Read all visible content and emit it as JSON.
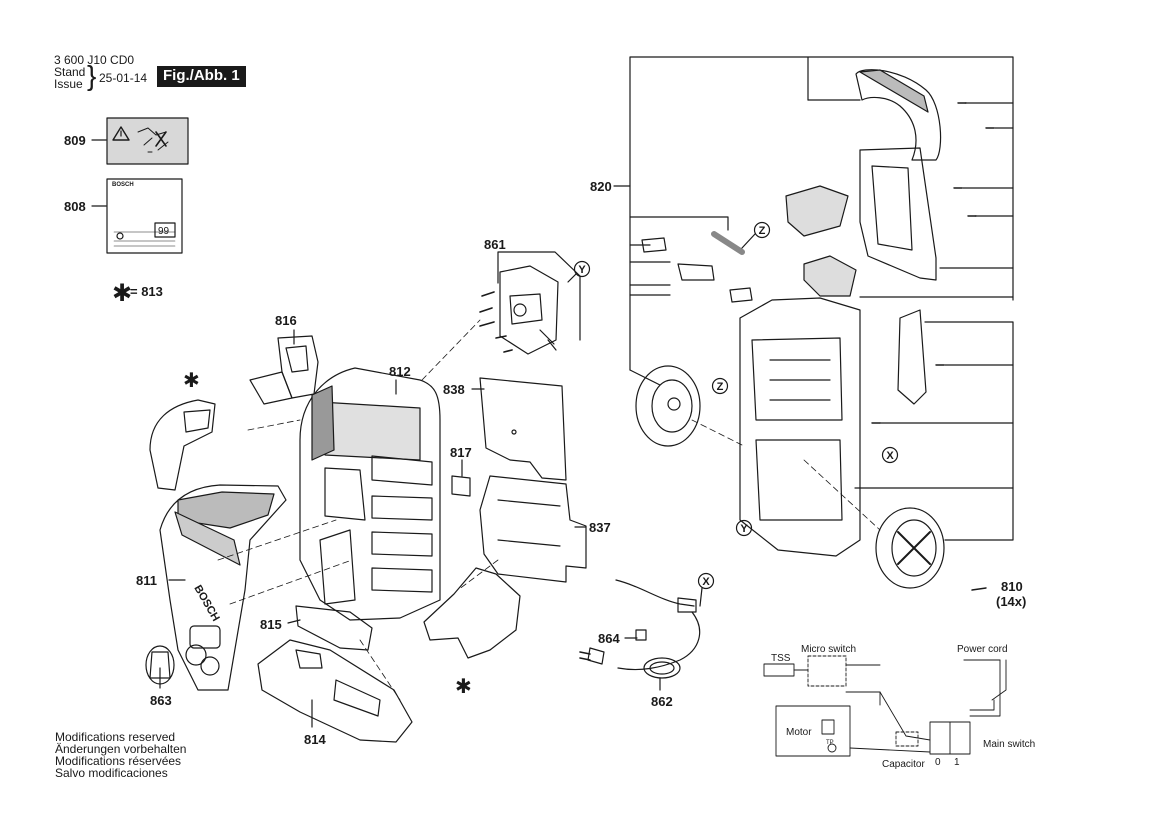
{
  "header": {
    "doc_number": "3 600 J10 CD0",
    "stand_label": "Stand",
    "issue_label": "Issue",
    "date": "25-01-14",
    "figure_label": "Fig./Abb. 1"
  },
  "legend": {
    "asterisk_equals": "= 813"
  },
  "callouts": {
    "c809": "809",
    "c808": "808",
    "c861": "861",
    "c820": "820",
    "c816": "816",
    "c812": "812",
    "c838": "838",
    "c817": "817",
    "c837": "837",
    "c811": "811",
    "c815": "815",
    "c863": "863",
    "c864": "864",
    "c862": "862",
    "c814": "814",
    "c810": "810",
    "c810_qty": "(14x)"
  },
  "ref_letters": {
    "x1": "X",
    "x2": "X",
    "y1": "Y",
    "y2": "Y",
    "z1": "Z",
    "z2": "Z"
  },
  "label_808": {
    "brand": "BOSCH",
    "badge_99": "99"
  },
  "wiring": {
    "tss": "TSS",
    "micro_switch": "Micro switch",
    "power_cord": "Power cord",
    "motor": "Motor",
    "tp": "TP",
    "capacitor": "Capacitor",
    "main_switch": "Main switch",
    "pos0": "0",
    "pos1": "1"
  },
  "modifications": [
    "Modifications reserved",
    "Änderungen vorbehalten",
    "Modifications réservées",
    "Salvo modificaciones"
  ]
}
